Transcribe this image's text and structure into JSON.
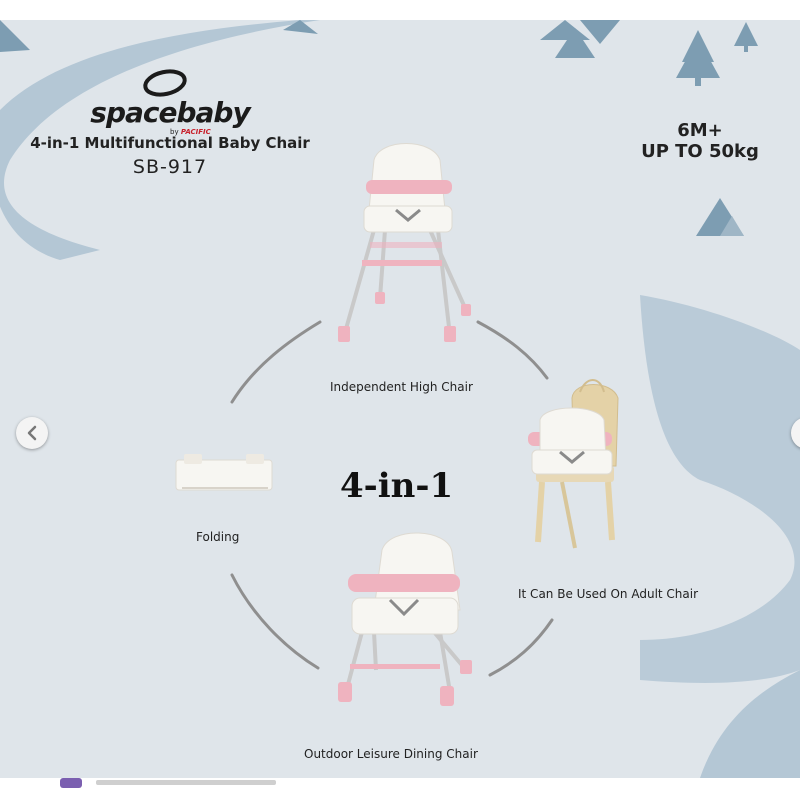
{
  "brand": {
    "name": "spacebaby",
    "by_text": "by",
    "maker": "PACIFIC"
  },
  "product": {
    "title": "4-in-1 Multifunctional Baby Chair",
    "code": "SB-917"
  },
  "specs": {
    "age": "6M+",
    "weight": "UP TO 50kg"
  },
  "center_title": "4-in-1",
  "modes": [
    {
      "label": "Independent High Chair"
    },
    {
      "label": "Folding"
    },
    {
      "label": "It Can Be Used On Adult Chair"
    },
    {
      "label": "Outdoor Leisure Dining Chair"
    }
  ],
  "navigation": {
    "prev_icon": "chevron-left-icon",
    "next_icon": "chevron-right-icon"
  },
  "colors": {
    "background": "#dfe5ea",
    "road": "#b4c7d5",
    "trees": "#7d9db2",
    "tray_pink": "#efb3bf",
    "seat_white": "#f7f6f2",
    "arc_gray": "#8f8f8f"
  }
}
